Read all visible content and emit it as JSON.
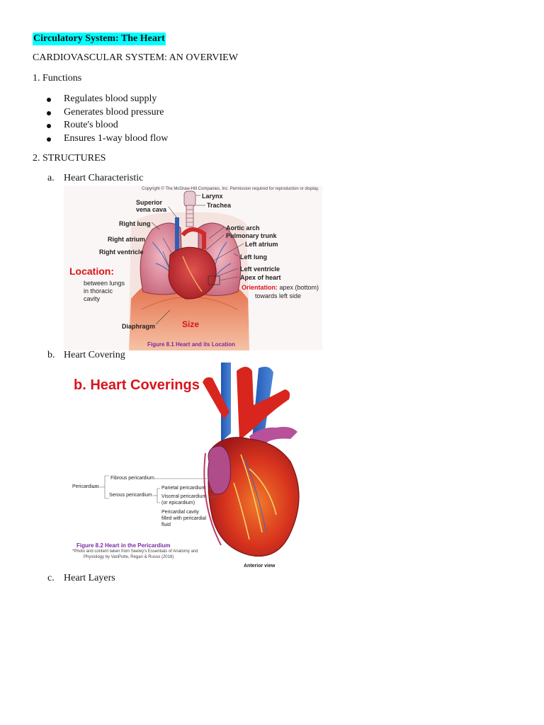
{
  "doc": {
    "title": "Circulatory System: The Heart",
    "overview": "CARDIOVASCULAR SYSTEM: AN OVERVIEW",
    "section1": "1. Functions",
    "functions": [
      "Regulates blood supply",
      "Generates blood pressure",
      "Route's blood",
      "Ensures 1-way blood flow"
    ],
    "section2": "2. STRUCTURES",
    "subs": [
      {
        "letter": "a.",
        "text": "Heart Characteristic"
      },
      {
        "letter": "b.",
        "text": "Heart Covering"
      },
      {
        "letter": "c.",
        "text": "Heart Layers"
      }
    ]
  },
  "figure1": {
    "copyright": "Copyright © The McGraw-Hill Companies, Inc. Permission required for reproduction or display.",
    "labels": {
      "larynx": "Larynx",
      "trachea": "Trachea",
      "superior": "Superior",
      "vena_cava": "vena cava",
      "right_lung": "Right lung",
      "right_atrium": "Right atrium",
      "right_ventricle": "Right ventricle",
      "aortic_arch": "Aortic arch",
      "pulmonary_trunk": "Pulmonary trunk",
      "left_atrium": "Left atrium",
      "left_lung": "Left lung",
      "left_ventricle": "Left ventricle",
      "apex_of_heart": "Apex of heart",
      "diaphragm": "Diaphragm"
    },
    "location_title": "Location:",
    "location_desc": [
      "between lungs",
      "in thoracic",
      "cavity"
    ],
    "orientation_label": "Orientation:",
    "orientation_desc1": " apex (bottom)",
    "orientation_desc2": "towards left side",
    "size": "Size",
    "caption": "Figure 8.1 Heart and its Location"
  },
  "figure2": {
    "heading": "b. Heart Coverings",
    "pericardium": "Pericardium",
    "fibrous": "Fibrous pericardium",
    "serous": "Serous pericardium",
    "parietal": "Parietal pericardium",
    "visceral": "Visceral pericardium",
    "epicardium": "(or epicardium)",
    "cavity1": "Pericardial cavity",
    "cavity2": "filled with pericardial",
    "cavity3": "fluid",
    "caption": "Figure 8.2 Heart in the Pericardium",
    "credit1": "*Photo and content taken from Seeley's Essentials of Anatomy and",
    "credit2": "Physiology by VanPutte, Regan & Russo (2016)",
    "view": "Anterior view"
  },
  "colors": {
    "highlight": "#00ffff",
    "label_red": "#d8141c",
    "caption_purple": "#7a2aa0"
  }
}
